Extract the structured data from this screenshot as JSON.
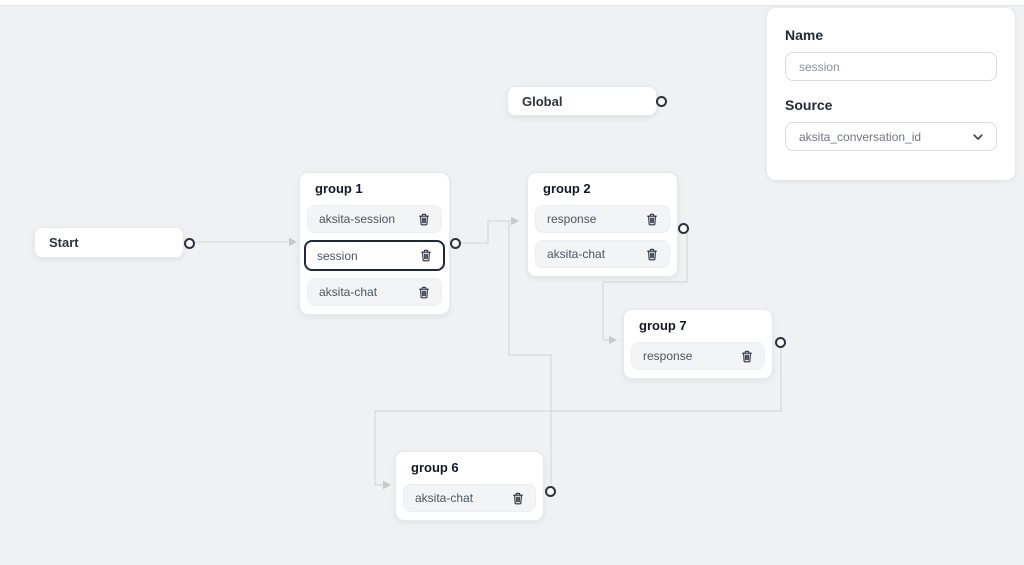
{
  "canvas": {
    "nodes": {
      "start": {
        "label": "Start"
      },
      "global": {
        "label": "Global"
      },
      "group1": {
        "title": "group 1",
        "items": [
          {
            "label": "aksita-session"
          },
          {
            "label": "session",
            "selected": true
          },
          {
            "label": "aksita-chat"
          }
        ]
      },
      "group2": {
        "title": "group 2",
        "items": [
          {
            "label": "response"
          },
          {
            "label": "aksita-chat"
          }
        ]
      },
      "group7": {
        "title": "group 7",
        "items": [
          {
            "label": "response"
          }
        ]
      },
      "group6": {
        "title": "group 6",
        "items": [
          {
            "label": "aksita-chat"
          }
        ]
      }
    },
    "edges": [
      {
        "from": "start",
        "to": "group1"
      },
      {
        "from": "group1",
        "to": "group2"
      },
      {
        "from": "group6",
        "to": "group2"
      },
      {
        "from": "group2",
        "to": "group7"
      },
      {
        "from": "group7",
        "to": "group6"
      }
    ]
  },
  "panel": {
    "name_label": "Name",
    "name_value": "session",
    "source_label": "Source",
    "source_value": "aksita_conversation_id"
  },
  "colors": {
    "canvas_bg": "#f0f1f3",
    "edge": "#d7d9dc",
    "arrow": "#c7c9cd",
    "handle_border": "#2a313c",
    "selected_item_border": "#1f2937",
    "item_bg": "#f3f4f6"
  }
}
